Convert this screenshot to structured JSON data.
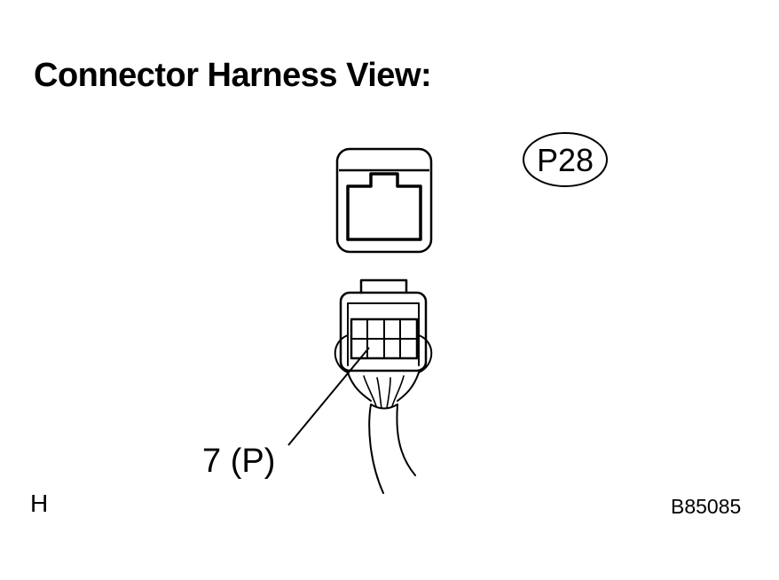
{
  "title": "Connector Harness View:",
  "connector_id": "P28",
  "pin_label": "7 (P)",
  "corner_left_label": "H",
  "figure_code": "B85085"
}
